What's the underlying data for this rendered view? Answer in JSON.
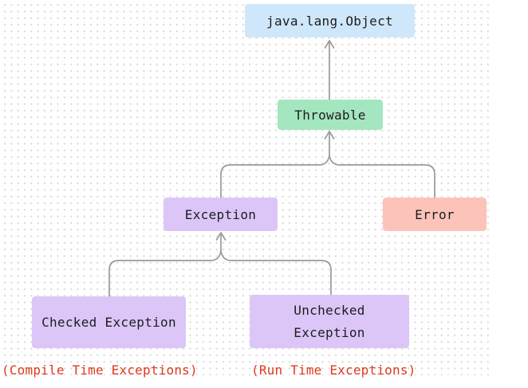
{
  "diagram": {
    "nodes": {
      "object": {
        "label": "java.lang.Object",
        "color": "#cfe7fb"
      },
      "throwable": {
        "label": "Throwable",
        "color": "#a3e6bf"
      },
      "exception": {
        "label": "Exception",
        "color": "#dcc6f8"
      },
      "error": {
        "label": "Error",
        "color": "#fbc3b9"
      },
      "checked": {
        "label": "Checked Exception",
        "color": "#dcc6f8"
      },
      "unchecked": {
        "label": "Unchecked Exception",
        "color": "#dcc6f8"
      }
    },
    "captions": {
      "compile": {
        "text": "(Compile Time Exceptions)",
        "color": "#dd3a1e"
      },
      "run": {
        "text": "(Run Time Exceptions)",
        "color": "#dd3a1e"
      }
    },
    "connector_color": "#9a9a9a",
    "background_dot_color": "#d9d9d9"
  }
}
